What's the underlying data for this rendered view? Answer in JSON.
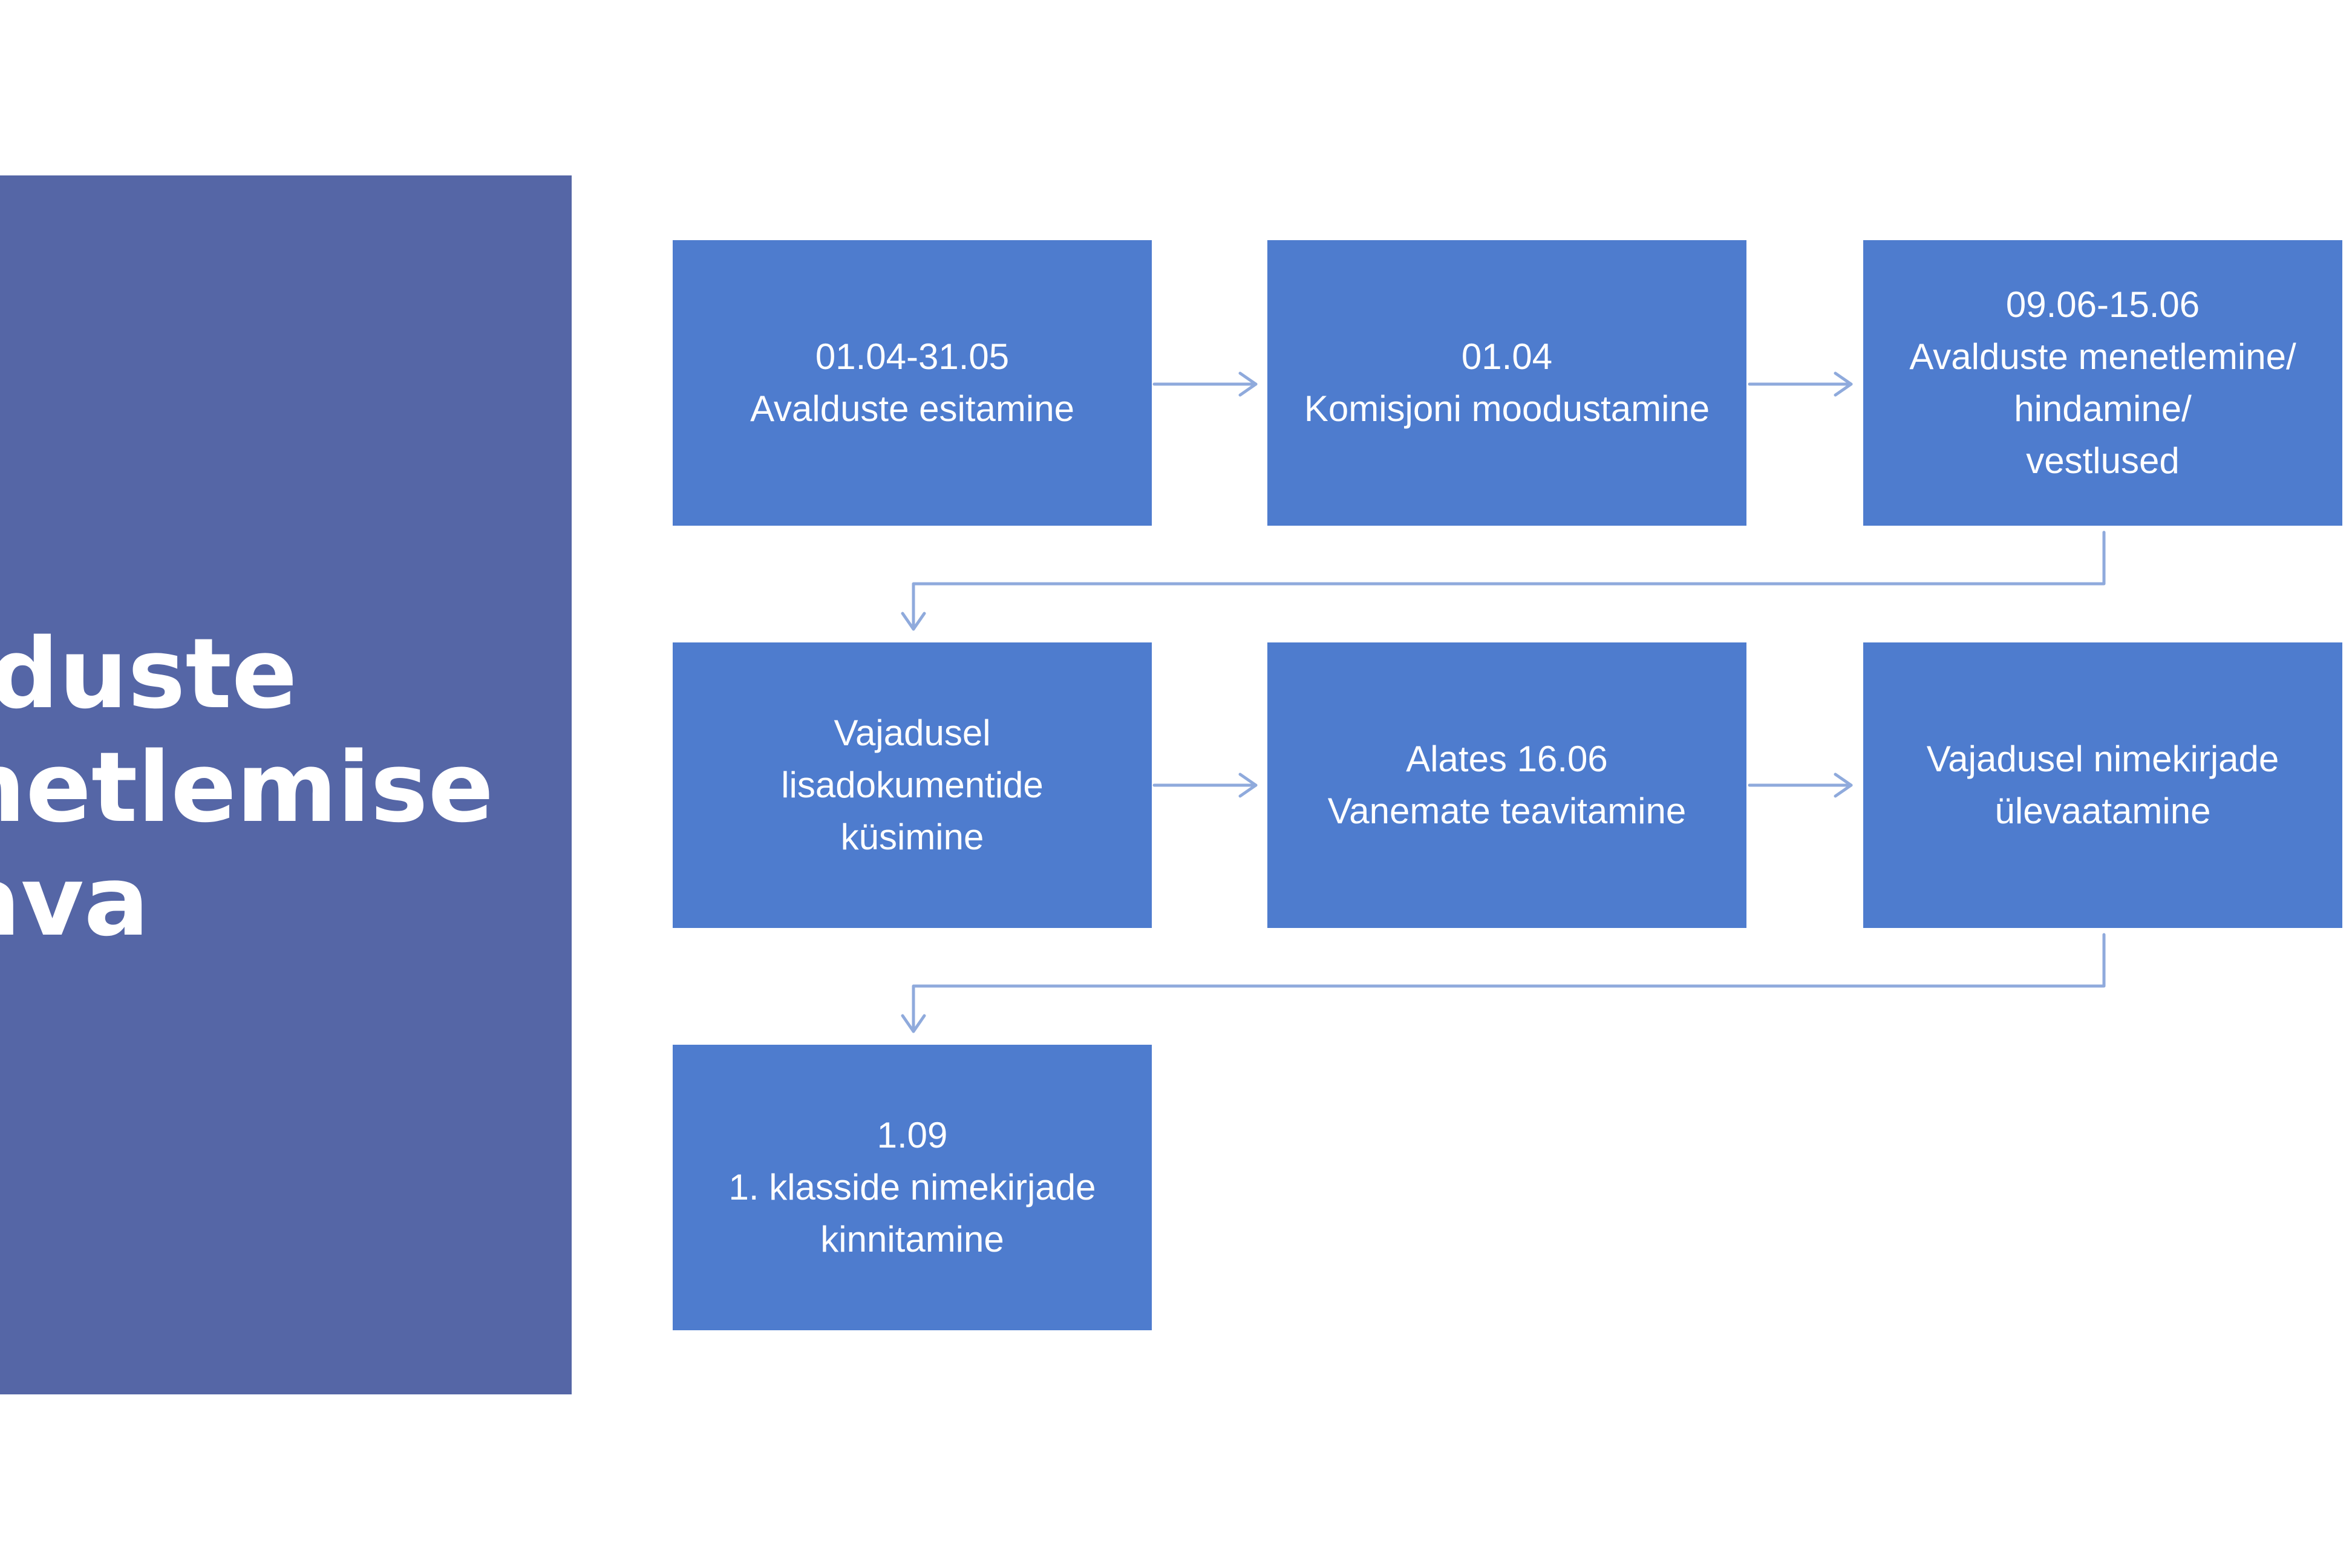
{
  "title": {
    "lines": [
      "alduste",
      "enetlemise",
      "kava"
    ]
  },
  "steps": [
    {
      "lines": [
        "01.04-31.05",
        "Avalduste esitamine"
      ]
    },
    {
      "lines": [
        "01.04",
        "Komisjoni moodustamine"
      ]
    },
    {
      "lines": [
        "09.06-15.06",
        "Avalduste menetlemine/",
        "hindamine/",
        "vestlused"
      ]
    },
    {
      "lines": [
        "Vajadusel",
        "lisadokumentide",
        "küsimine"
      ]
    },
    {
      "lines": [
        "Alates 16.06",
        "Vanemate teavitamine"
      ]
    },
    {
      "lines": [
        "Vajadusel nimekirjade",
        "ülevaatamine"
      ]
    },
    {
      "lines": [
        "1.09",
        "1. klasside nimekirjade",
        "kinnitamine"
      ]
    }
  ],
  "colors": {
    "panel": "#5566A6",
    "box": "#4E7CCE",
    "connector": "#8FAADC",
    "text": "#FFFFFF"
  }
}
